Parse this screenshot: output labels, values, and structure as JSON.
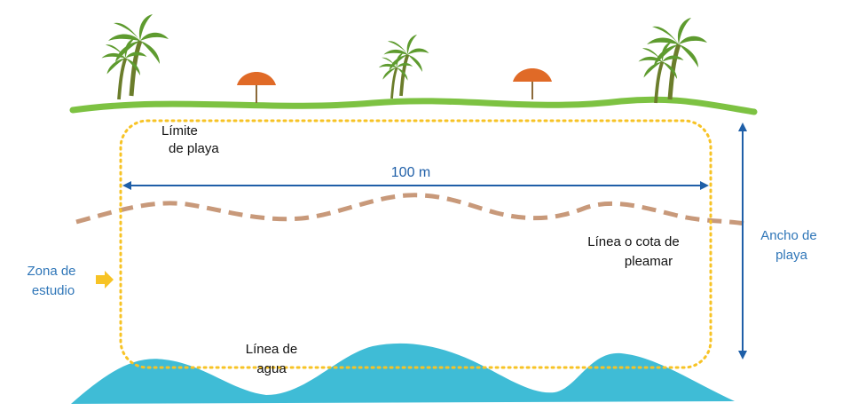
{
  "labels": {
    "beach_limit_line1": "Límite",
    "beach_limit_line2": "de playa",
    "width_100m": "100 m",
    "high_tide_line1": "Línea o cota de",
    "high_tide_line2": "pleamar",
    "study_zone_line1": "Zona de",
    "study_zone_line2": "estudio",
    "beach_width_line1": "Ancho de",
    "beach_width_line2": "playa",
    "water_line_line1": "Línea de",
    "water_line_line2": "agua"
  },
  "colors": {
    "grass": "#7dc242",
    "tide_line": "#c8997a",
    "study_zone": "#f7c325",
    "arrow_blue": "#1f5fa8",
    "label_blue": "#2f76b8",
    "water": "#3fbcd6",
    "palm": "#5e9b2f",
    "trunk": "#8c6a3a",
    "umbrella": "#e06a27"
  },
  "icons": [
    "palm-tree-icon",
    "beach-umbrella-icon",
    "arrow-right-icon"
  ]
}
